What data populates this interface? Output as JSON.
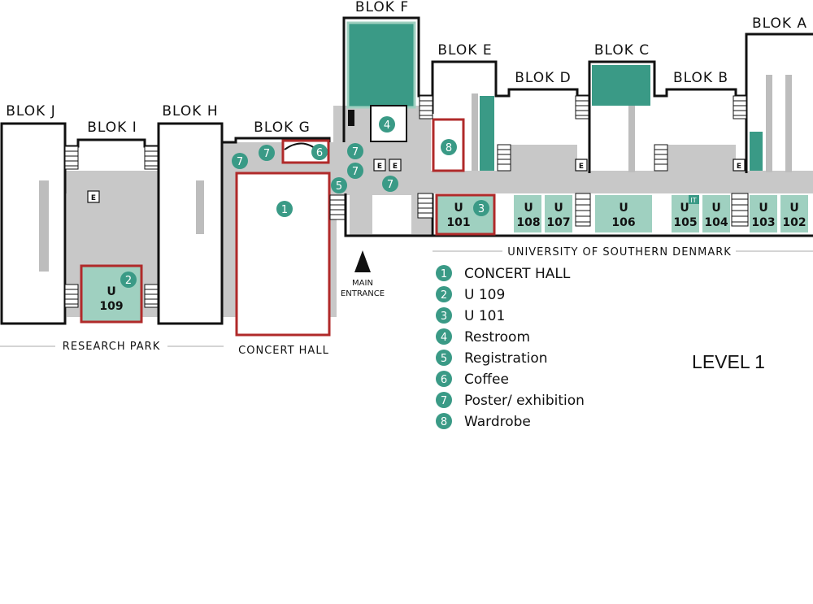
{
  "blocks": {
    "a": "BLOK A",
    "b": "BLOK B",
    "c": "BLOK C",
    "d": "BLOK D",
    "e": "BLOK E",
    "f": "BLOK F",
    "g": "BLOK G",
    "h": "BLOK H",
    "i": "BLOK I",
    "j": "BLOK J"
  },
  "areas": {
    "research_park": "RESEARCH PARK",
    "concert_hall": "CONCERT HALL",
    "university": "UNIVERSITY OF SOUTHERN DENMARK",
    "main_entrance_1": "MAIN",
    "main_entrance_2": "ENTRANCE"
  },
  "rooms": {
    "u109_a": "U",
    "u109_b": "109",
    "u101_a": "U",
    "u101_b": "101",
    "u108_a": "U",
    "u108_b": "108",
    "u107_a": "U",
    "u107_b": "107",
    "u106_a": "U",
    "u106_b": "106",
    "u105_a": "U",
    "u105_b": "105",
    "u105_it": "IT",
    "u104_a": "U",
    "u104_b": "104",
    "u103_a": "U",
    "u103_b": "103",
    "u102_a": "U",
    "u102_b": "102"
  },
  "elevator_label": "E",
  "markers": {
    "m1": "1",
    "m2": "2",
    "m3": "3",
    "m4": "4",
    "m5": "5",
    "m6": "6",
    "m7": "7",
    "m8": "8"
  },
  "legend": [
    {
      "num": "1",
      "label": "CONCERT HALL"
    },
    {
      "num": "2",
      "label": "U 109"
    },
    {
      "num": "3",
      "label": "U 101"
    },
    {
      "num": "4",
      "label": "Restroom"
    },
    {
      "num": "5",
      "label": "Registration"
    },
    {
      "num": "6",
      "label": "Coffee"
    },
    {
      "num": "7",
      "label": "Poster/ exhibition"
    },
    {
      "num": "8",
      "label": "Wardrobe"
    }
  ],
  "level": "LEVEL 1",
  "colors": {
    "teal": "#3a9a86",
    "light_teal": "#9fd0c0",
    "corridor": "#c8c8c8",
    "highlight": "#b02a2a",
    "wall": "#111111"
  }
}
